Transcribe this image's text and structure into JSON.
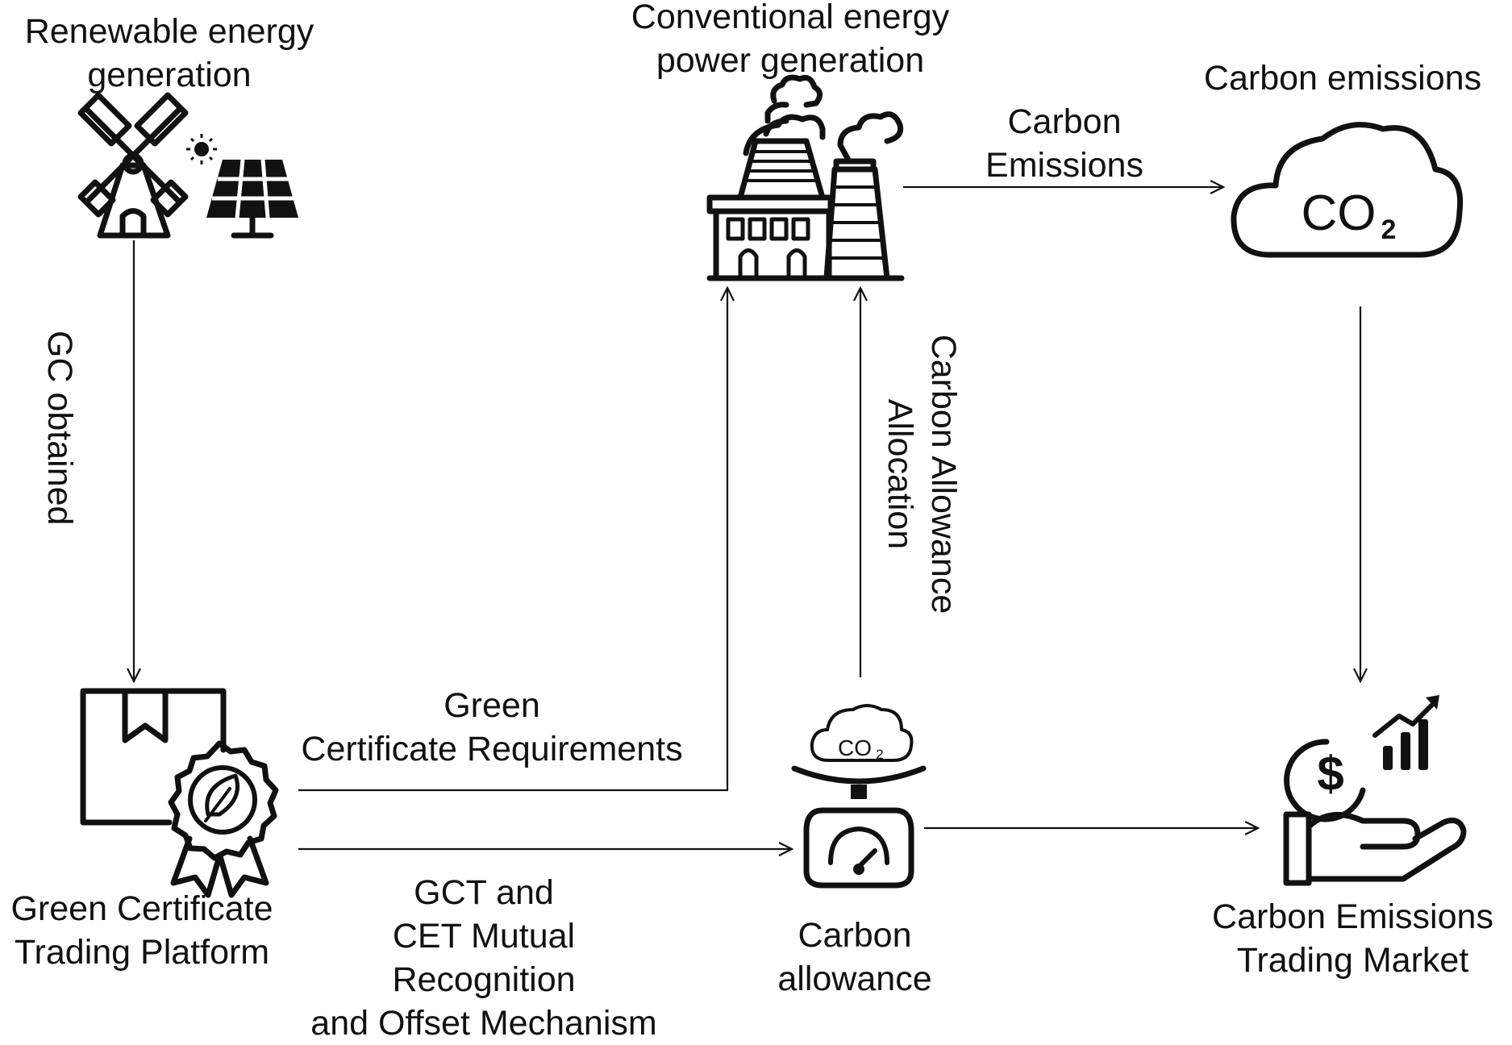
{
  "nodes": {
    "renewable": "Renewable energy\ngeneration",
    "conventional": "Conventional energy\npower generation",
    "carbon_emissions": "Carbon emissions",
    "green_platform": "Green Certificate\nTrading Platform",
    "carbon_allowance": "Carbon\nallowance",
    "trading_market": "Carbon Emissions\nTrading Market"
  },
  "edges": {
    "gc_obtained": "GC obtained",
    "carbon_emissions_flow": "Carbon\nEmissions",
    "allowance_allocation": "Carbon Allowance\nAllocation",
    "green_requirements": "Green\nCertificate Requirements",
    "gct_cet": "GCT and\nCET Mutual\nRecognition\nand Offset Mechanism"
  },
  "icons": {
    "cloud_text_large": "CO",
    "cloud_sub_large": "2",
    "cloud_text_small": "CO",
    "cloud_sub_small": "2"
  },
  "colors": {
    "ink": "#111111",
    "background": "#ffffff"
  }
}
